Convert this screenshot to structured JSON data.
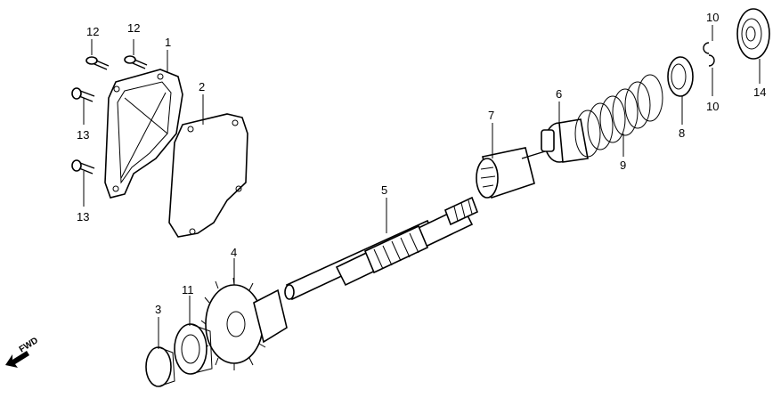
{
  "callouts": {
    "c1": "1",
    "c2": "2",
    "c3": "3",
    "c4": "4",
    "c5": "5",
    "c6": "6",
    "c7": "7",
    "c8": "8",
    "c9": "9",
    "c10a": "10",
    "c10b": "10",
    "c11": "11",
    "c12a": "12",
    "c12b": "12",
    "c13a": "13",
    "c13b": "13",
    "c14": "14"
  },
  "direction": {
    "label": "FWD"
  }
}
